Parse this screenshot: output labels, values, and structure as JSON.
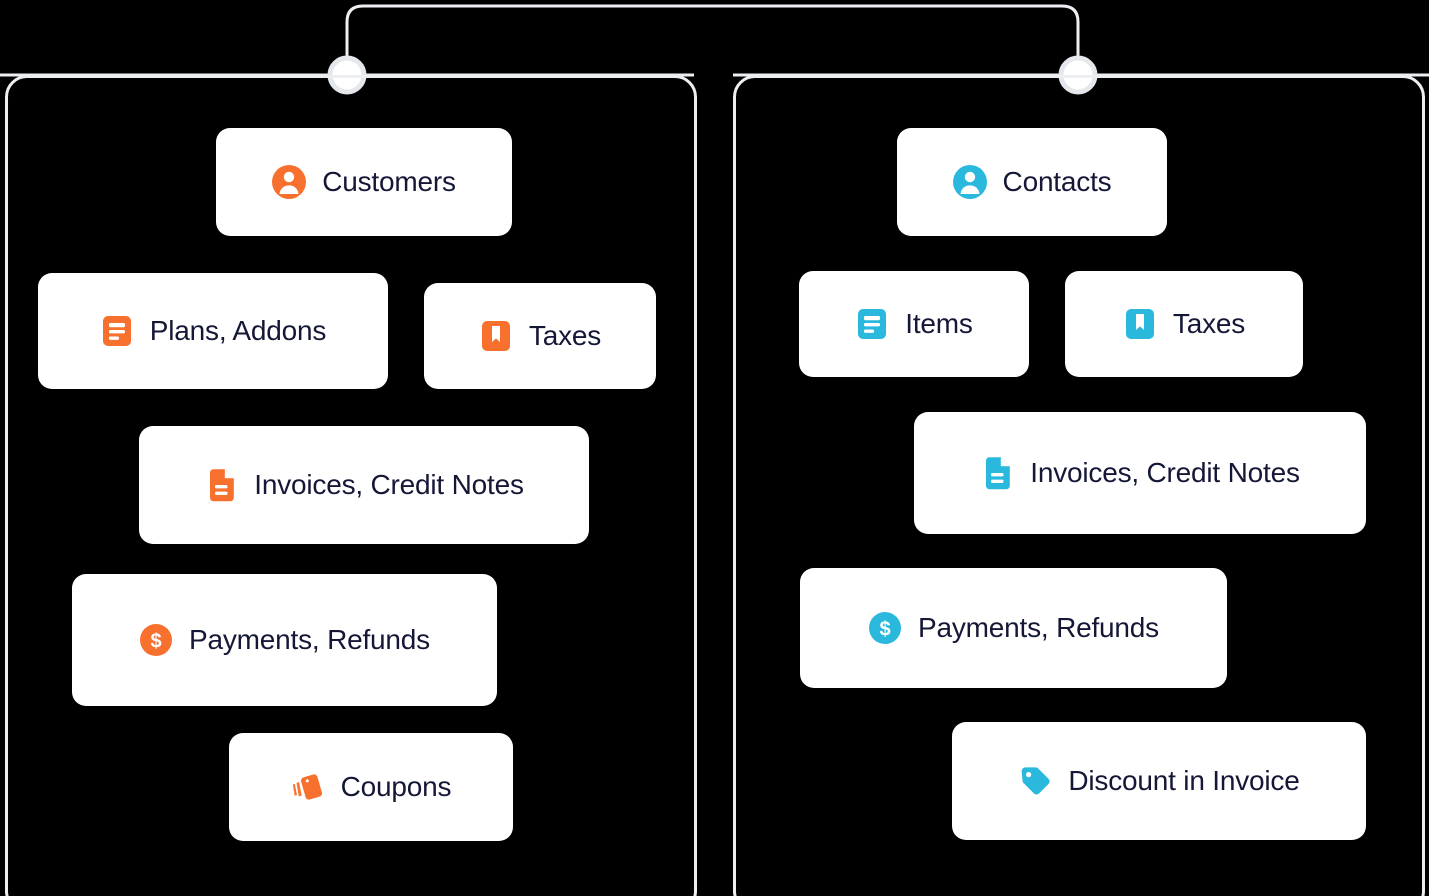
{
  "diagram": {
    "type": "two-panel-comparison-flow",
    "background_color": "#000000",
    "panel_border_color": "#eceef1",
    "card_background": "#ffffff",
    "label_color": "#151737",
    "connector_color": "#eceef1",
    "connector_node_fill": "#ffffff"
  },
  "connector": {
    "node_left_label": "",
    "node_right_label": ""
  },
  "panels": [
    {
      "id": "left",
      "accent_color": "#F7702E",
      "cards": [
        {
          "label": "Customers",
          "icon": "user-circle-icon"
        },
        {
          "label": "Plans, Addons",
          "icon": "list-document-icon"
        },
        {
          "label": "Taxes",
          "icon": "bookmark-icon"
        },
        {
          "label": "Invoices, Credit Notes",
          "icon": "file-document-icon"
        },
        {
          "label": "Payments, Refunds",
          "icon": "dollar-circle-icon"
        },
        {
          "label": "Coupons",
          "icon": "coupon-ticket-icon"
        }
      ]
    },
    {
      "id": "right",
      "accent_color": "#2BB8DD",
      "cards": [
        {
          "label": "Contacts",
          "icon": "user-circle-icon"
        },
        {
          "label": "Items",
          "icon": "list-document-icon"
        },
        {
          "label": "Taxes",
          "icon": "bookmark-icon"
        },
        {
          "label": "Invoices, Credit Notes",
          "icon": "file-document-icon"
        },
        {
          "label": "Payments, Refunds",
          "icon": "dollar-circle-icon"
        },
        {
          "label": "Discount in Invoice",
          "icon": "price-tag-icon"
        }
      ]
    }
  ]
}
